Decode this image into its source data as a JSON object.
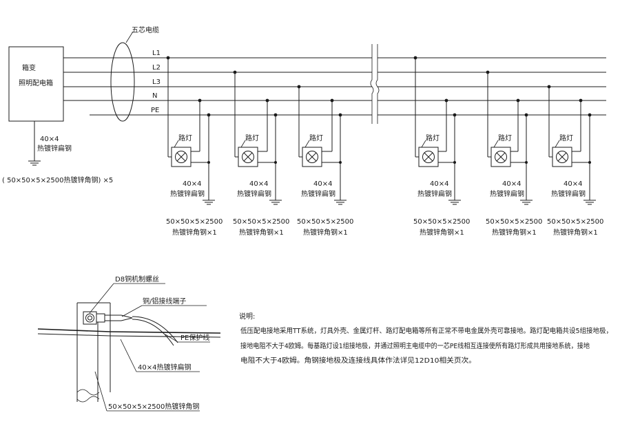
{
  "box": {
    "line1": "箱变",
    "line2": "照明配电箱"
  },
  "cable_label": "五芯电缆",
  "buses": [
    "L1",
    "L2",
    "L3",
    "N",
    "PE"
  ],
  "box_ground": {
    "line1": "40×4",
    "line2": "热镀锌扁钢",
    "electrode": "( 50×50×5×2500热镀锌角钢) ×5"
  },
  "lamps": [
    {
      "label": "路灯",
      "strip1": "40×4",
      "strip2": "热镀锌扁钢",
      "elec1": "50×50×5×2500",
      "elec2": "热镀锌角钢×1"
    },
    {
      "label": "路灯",
      "strip1": "40×4",
      "strip2": "热镀锌扁钢",
      "elec1": "50×50×5×2500",
      "elec2": "热镀锌角钢×1"
    },
    {
      "label": "路灯",
      "strip1": "40×4",
      "strip2": "热镀锌扁钢",
      "elec1": "50×50×5×2500",
      "elec2": "热镀锌角钢×1"
    },
    {
      "label": "路灯",
      "strip1": "40×4",
      "strip2": "热镀锌扁钢",
      "elec1": "50×50×5×2500",
      "elec2": "热镀锌角钢×1"
    },
    {
      "label": "路灯",
      "strip1": "40×4",
      "strip2": "热镀锌扁钢",
      "elec1": "50×50×5×2500",
      "elec2": "热镀锌角钢×1"
    },
    {
      "label": "路灯",
      "strip1": "40×4",
      "strip2": "热镀锌扁钢",
      "elec1": "50×50×5×2500",
      "elec2": "热镀锌角钢×1"
    }
  ],
  "detail": {
    "bolt": "D8铜机制螺丝",
    "terminal": "铜/铝接线端子",
    "pe_wire": "PE保护线",
    "flat_steel": "40×4热镀锌扁钢",
    "angle_steel": "50×50×5×2500热镀锌角钢"
  },
  "notes": {
    "title": "说明:",
    "line1": "低压配电接地采用TT系统，灯具外壳、金属灯杆、路灯配电箱等所有正常不带电金属外壳可靠接地。路灯配电箱共设5组接地极，",
    "line2": "接地电阻不大于4欧姆。每基路灯设1组接地极，并通过照明主电缆中的一芯PE线相互连接使所有路灯形成共用接地系统，接地",
    "line3": "电阻不大于4欧姆。角钢接地极及连接线具体作法详见12D10相关页次。"
  }
}
